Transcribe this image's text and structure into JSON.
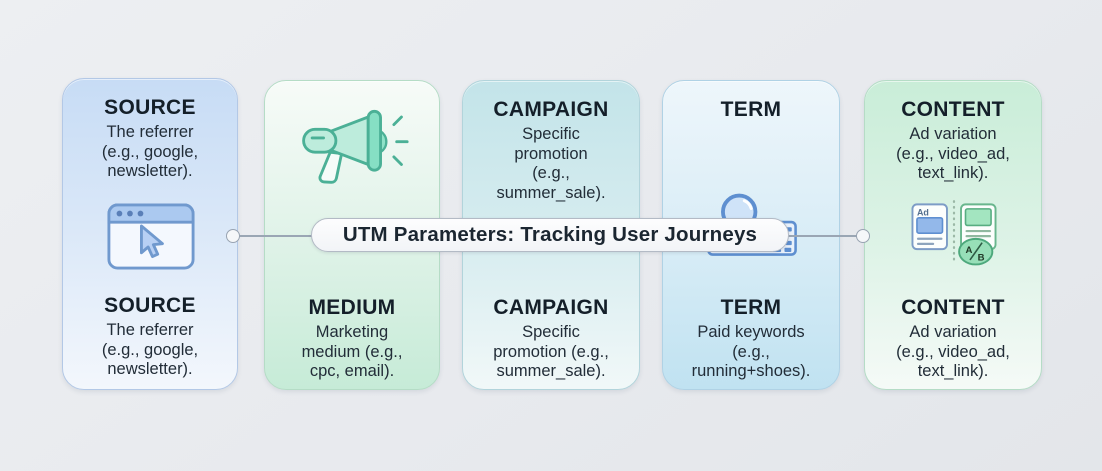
{
  "banner": {
    "title": "UTM Parameters: Tracking User Journeys"
  },
  "cards": [
    {
      "id": "source",
      "top": {
        "title": "SOURCE",
        "lines": [
          "The referrer",
          "(e.g., google,",
          "newsletter)."
        ]
      },
      "icon": "browser-cursor-icon",
      "bottom": {
        "title": "SOURCE",
        "lines": [
          "The referrer",
          "(e.g., google,",
          "newsletter)."
        ]
      }
    },
    {
      "id": "medium",
      "icon": "megaphone-icon",
      "bottom": {
        "title": "MEDIUM",
        "lines": [
          "Marketing",
          "medium (e.g.,",
          "cpc, email)."
        ]
      }
    },
    {
      "id": "campaign",
      "top": {
        "title": "CAMPAIGN",
        "lines": [
          "Specific",
          "promotion",
          "(e.g.,",
          "summer_sale)."
        ]
      },
      "bottom": {
        "title": "CAMPAIGN",
        "lines": [
          "Specific",
          "promotion (e.g.,",
          "summer_sale)."
        ]
      }
    },
    {
      "id": "term",
      "top": {
        "title": "TERM"
      },
      "icon": "search-keyboard-icon",
      "bottom": {
        "title": "TERM",
        "lines": [
          "Paid keywords",
          "(e.g.,",
          "running+shoes)."
        ]
      }
    },
    {
      "id": "content",
      "top": {
        "title": "CONTENT",
        "lines": [
          "Ad variation",
          "(e.g., video_ad,",
          "text_link)."
        ]
      },
      "icon": "ab-test-ads-icon",
      "bottom": {
        "title": "CONTENT",
        "lines": [
          "Ad variation",
          "(e.g., video_ad,",
          "text_link)."
        ]
      }
    }
  ],
  "icon_labels": {
    "ad_badge": "Ad",
    "variant_a": "A",
    "variant_b": "B"
  },
  "colors": {
    "background": "#e8eaee",
    "card_source_gradient": [
      "#c7dcf5",
      "#f3f7fc"
    ],
    "card_medium_gradient": [
      "#f7fbf8",
      "#c6ebd7"
    ],
    "card_campaign_gradient": [
      "#c3e4e9",
      "#f1f8f8"
    ],
    "card_term_gradient": [
      "#eef6fb",
      "#c0e2f1"
    ],
    "card_content_gradient": [
      "#c9edd8",
      "#f5faf7"
    ],
    "accent_blue": "#5e8fd0",
    "accent_teal": "#4bb096",
    "accent_green": "#57ad81",
    "connector": "#9aa6b4",
    "text": "#1f2933"
  }
}
